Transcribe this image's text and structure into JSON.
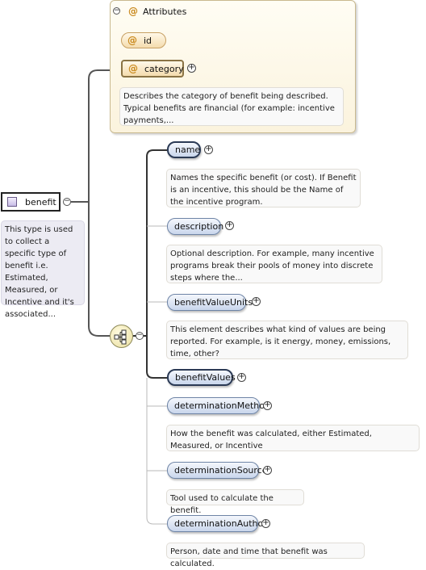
{
  "attributes": {
    "title": "Attributes",
    "items": [
      {
        "name": "id"
      },
      {
        "name": "category",
        "doc": "Describes the category of benefit being described. Typical benefits are financial (for example: incentive payments,..."
      }
    ]
  },
  "root": {
    "name": "benefit",
    "doc": "This type is used to collect a specific type of benefit i.e. Estimated, Measured, or Incentive and it's associated..."
  },
  "elements": [
    {
      "name": "name",
      "doc": "Names the specific benefit (or cost). If Benefit is an incentive, this should be the Name of the incentive program."
    },
    {
      "name": "description",
      "doc": "Optional description. For example, many incentive programs break their pools of money into discrete steps where the..."
    },
    {
      "name": "benefitValueUnits",
      "doc": "This element describes what kind of values are being reported. For example, is it energy, money, emissions, time, other?"
    },
    {
      "name": "benefitValues",
      "doc": ""
    },
    {
      "name": "determinationMethod",
      "doc": "How the benefit was calculated, either Estimated, Measured, or Incentive"
    },
    {
      "name": "determinationSource",
      "doc": "Tool used to calculate the benefit."
    },
    {
      "name": "determinationAuthor",
      "doc": "Person, date and time that benefit was calculated."
    }
  ],
  "symbols": {
    "attribute_marker": "@",
    "expand": "+",
    "collapse": "−"
  }
}
